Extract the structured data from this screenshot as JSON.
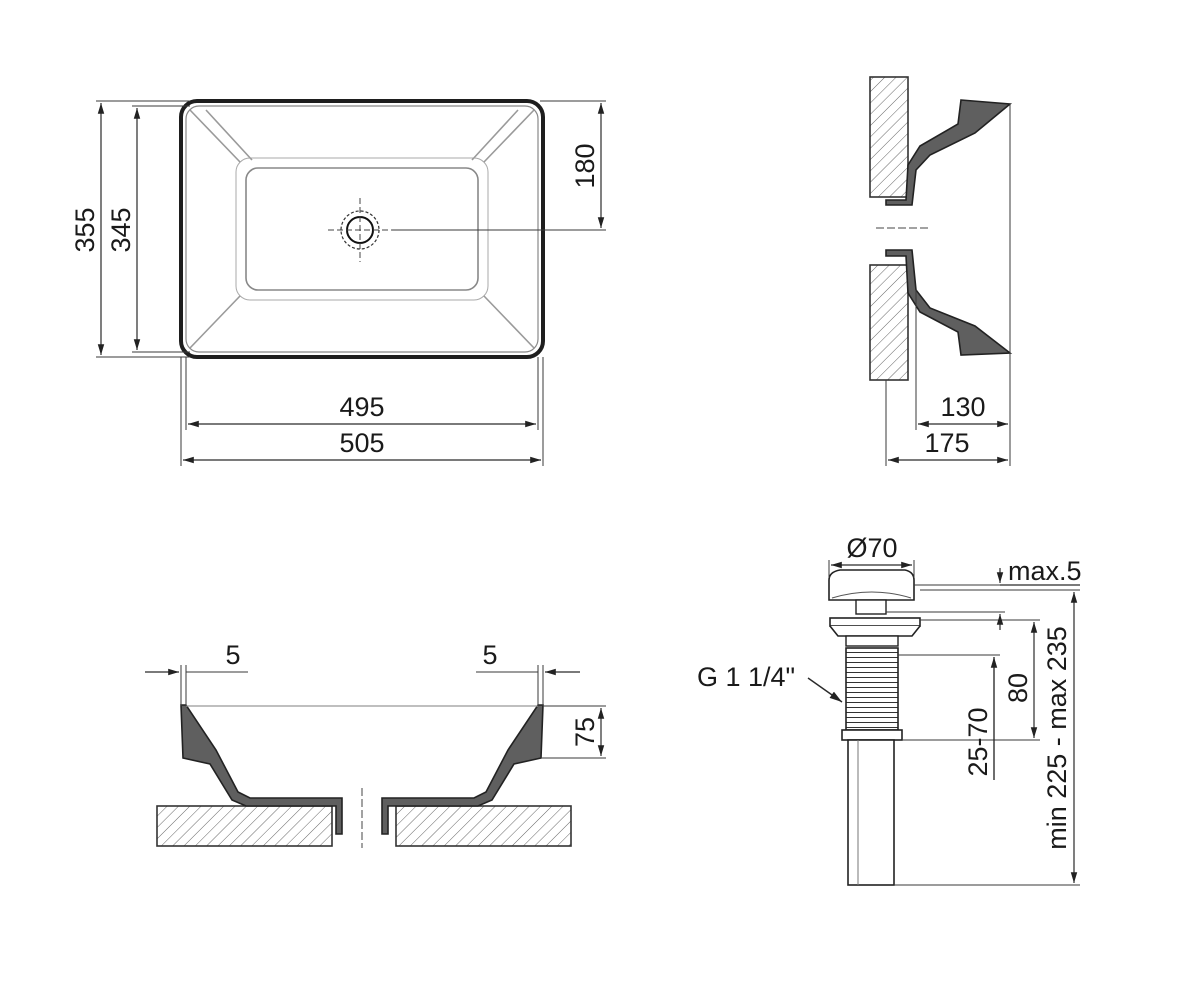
{
  "top_view": {
    "dim_overall_depth": "355",
    "dim_inner_depth": "345",
    "dim_drain_offset": "180",
    "dim_inner_width": "495",
    "dim_overall_width": "505"
  },
  "side_view": {
    "dim_inner_reach": "130",
    "dim_overall_reach": "175"
  },
  "front_section": {
    "dim_left_wall": "5",
    "dim_right_wall": "5",
    "dim_height": "75"
  },
  "drain": {
    "dim_cap_diameter": "Ø70",
    "dim_cap_gap": "max.5",
    "dim_thread": "G 1 1/4\"",
    "dim_thread_length": "80",
    "dim_clamp_range": "25-70",
    "dim_total_length": "min 225 - max 235"
  },
  "colors": {
    "line": "#222222",
    "fill_dark": "#5a5a5a",
    "hatch": "#555555"
  }
}
